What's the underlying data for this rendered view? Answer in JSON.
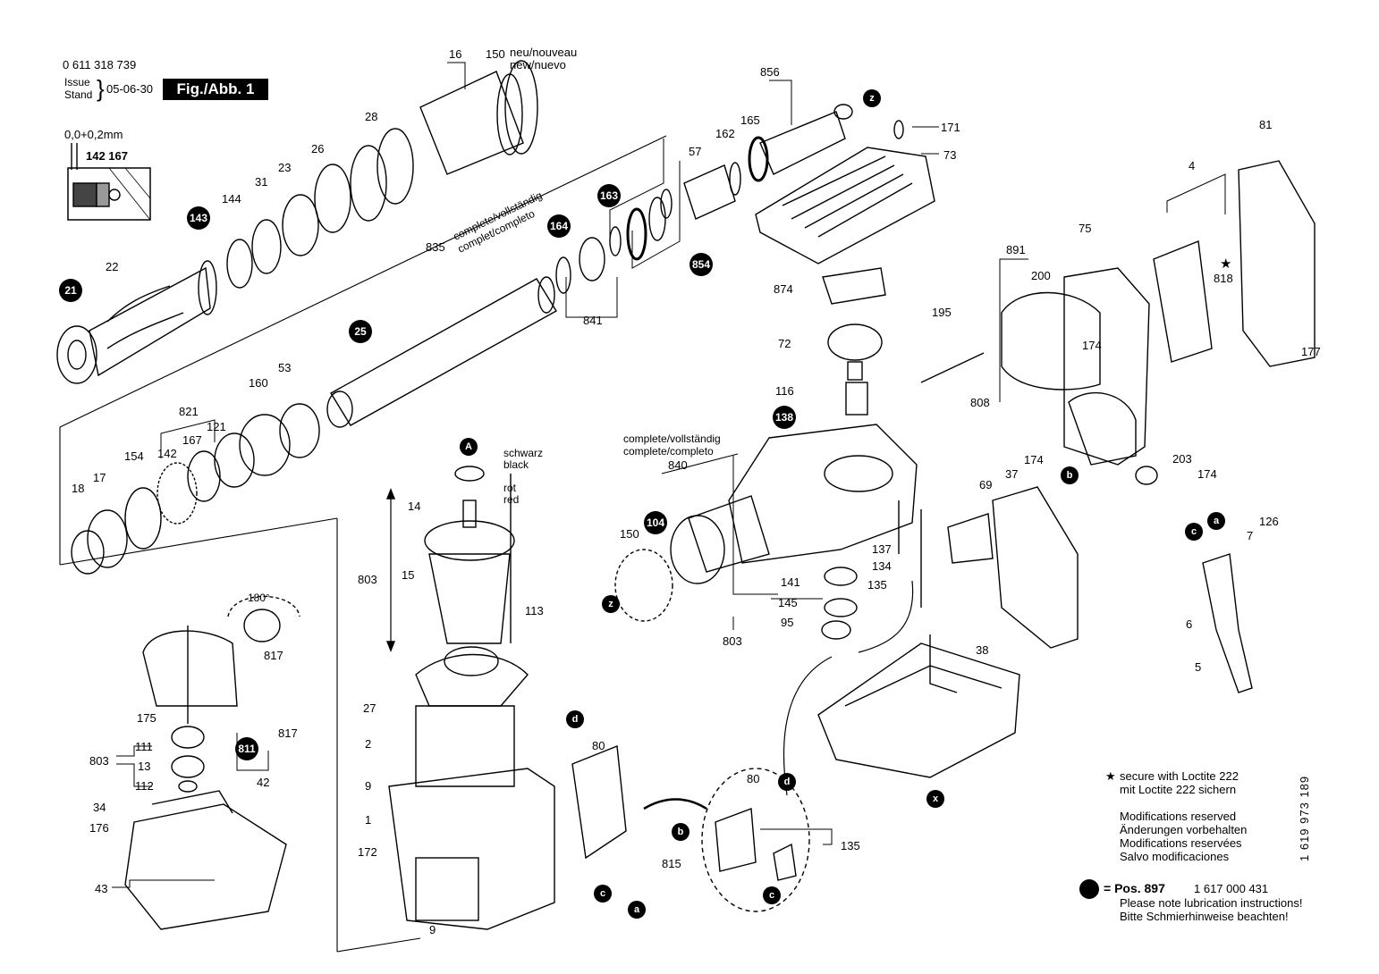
{
  "header": {
    "part_number": "0 611 318 739",
    "issue_label_1": "Issue",
    "issue_label_2": "Stand",
    "issue_date": "05-06-30",
    "figure_label": "Fig./Abb. 1",
    "tolerance": "0,0+0,2mm",
    "tolerance_parts": "142 167"
  },
  "annotations": {
    "neu_nouveau": "neu/nouveau",
    "new_nuevo": "new/nuevo",
    "complete_1a": "complete/vollständig",
    "complete_1b": "complet/completo",
    "complete_2a": "complete/vollständig",
    "complete_2b": "complete/completo",
    "schwarz": "schwarz",
    "black": "black",
    "rot": "rot",
    "red": "red",
    "angle": "180°"
  },
  "parts": {
    "p16": "16",
    "p150a": "150",
    "p28": "28",
    "p26": "26",
    "p23": "23",
    "p31": "31",
    "p144": "144",
    "p143": "143",
    "p22": "22",
    "p21": "21",
    "p835": "835",
    "p25": "25",
    "p164": "164",
    "p163": "163",
    "p841": "841",
    "p854": "854",
    "p57": "57",
    "p162": "162",
    "p165": "165",
    "p856": "856",
    "z1": "z",
    "p171": "171",
    "p73": "73",
    "p874": "874",
    "p72": "72",
    "p116": "116",
    "p138": "138",
    "p81": "81",
    "p4": "4",
    "p891": "891",
    "p200": "200",
    "p75": "75",
    "p818": "818",
    "p195": "195",
    "p174a": "174",
    "p177": "177",
    "p808": "808",
    "p203": "203",
    "p174b": "174",
    "b1": "b",
    "p69": "69",
    "p37": "37",
    "p174c": "174",
    "p126": "126",
    "p7": "7",
    "c1": "c",
    "a1": "a",
    "p6": "6",
    "p5": "5",
    "p38": "38",
    "x1": "x",
    "p821": "821",
    "p167": "167",
    "p121": "121",
    "p160": "160",
    "p53": "53",
    "p142": "142",
    "p154": "154",
    "p18": "18",
    "p17": "17",
    "A1": "A",
    "p14": "14",
    "p803a": "803",
    "p15": "15",
    "p113": "113",
    "p840": "840",
    "p104": "104",
    "p150b": "150",
    "z2": "z",
    "p137": "137",
    "p134": "134",
    "p135a": "135",
    "p141": "141",
    "p145": "145",
    "p95": "95",
    "p803b": "803",
    "p817a": "817",
    "p175": "175",
    "p111": "111",
    "p803c": "803",
    "p13": "13",
    "p112": "112",
    "p811": "811",
    "p817b": "817",
    "p42": "42",
    "p34": "34",
    "p176": "176",
    "p43": "43",
    "p27": "27",
    "p2": "2",
    "p9a": "9",
    "p1": "1",
    "p172": "172",
    "p9b": "9",
    "d1": "d",
    "p80a": "80",
    "b2": "b",
    "p815": "815",
    "c2": "c",
    "a2": "a",
    "p80b": "80",
    "d2": "d",
    "p135b": "135",
    "c3": "c"
  },
  "notes": {
    "loctite_1": "secure with Loctite 222",
    "loctite_2": "mit Loctite 222 sichern",
    "mod_1": "Modifications reserved",
    "mod_2": "Änderungen vorbehalten",
    "mod_3": "Modifications reservées",
    "mod_4": "Salvo modificaciones",
    "pos_label": "= Pos. 897",
    "pos_number": "1 617 000 431",
    "lube_1": "Please note lubrication instructions!",
    "lube_2": "Bitte Schmierhinweise beachten!",
    "doc_number": "1 619 973 189"
  }
}
